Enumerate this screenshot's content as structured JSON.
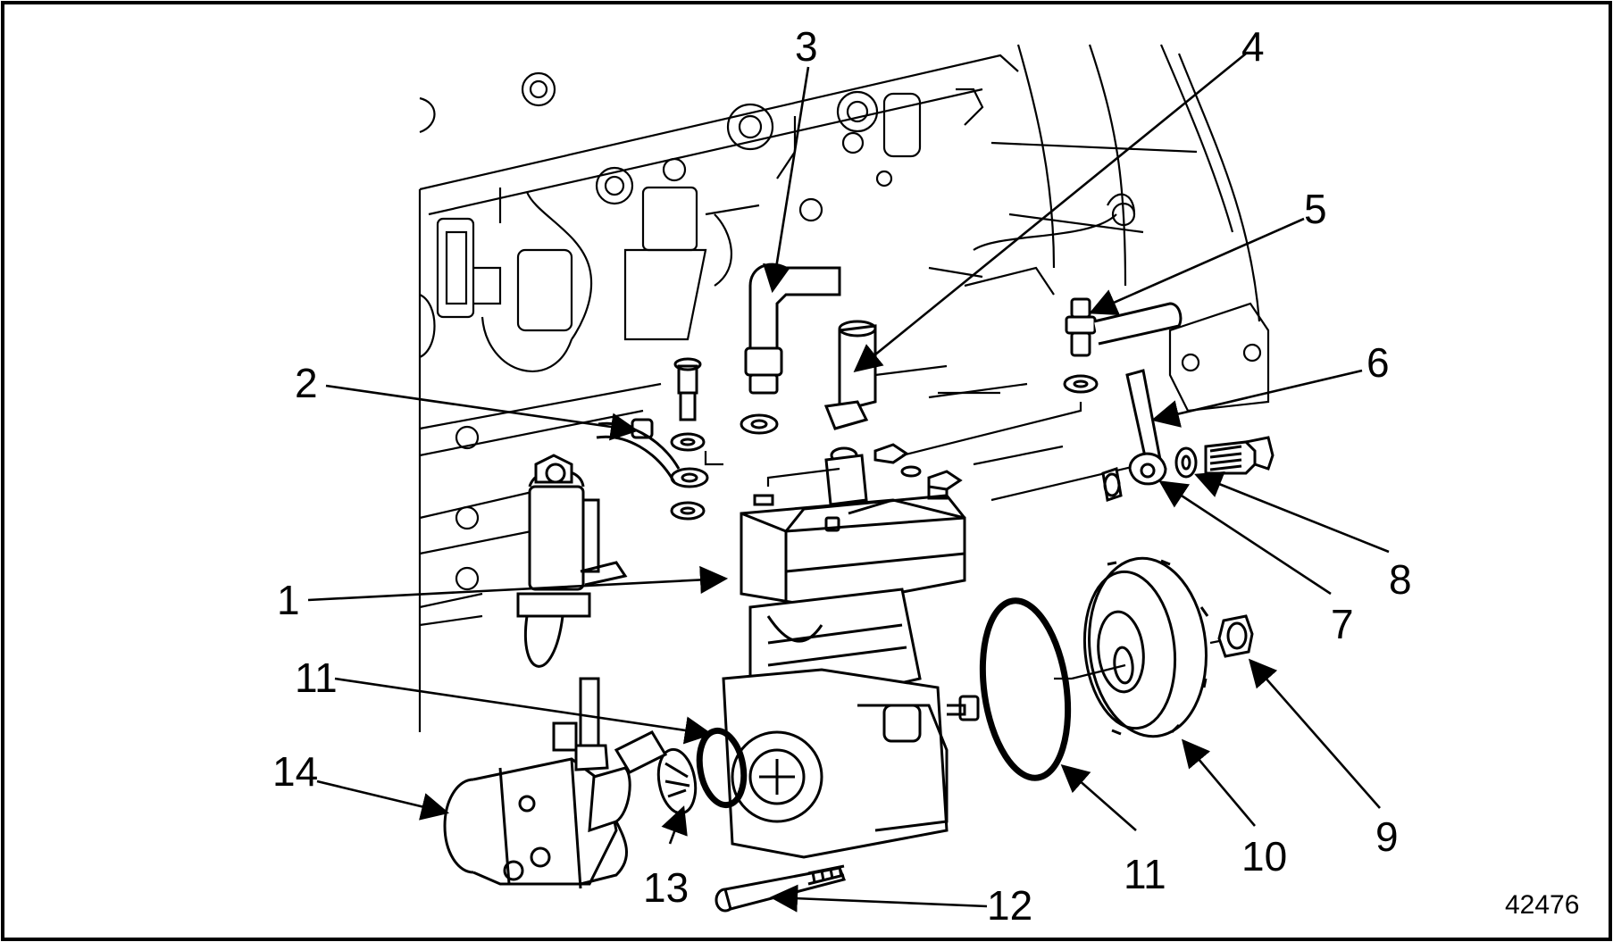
{
  "figure": {
    "id_label": "42476",
    "callouts": [
      {
        "label": "1",
        "part": "air-compressor-body"
      },
      {
        "label": "2",
        "part": "oil-feed-line"
      },
      {
        "label": "3",
        "part": "elbow-fitting"
      },
      {
        "label": "4",
        "part": "discharge-line"
      },
      {
        "label": "5",
        "part": "fitting"
      },
      {
        "label": "6",
        "part": "support-bracket"
      },
      {
        "label": "7",
        "part": "bracket-end"
      },
      {
        "label": "8",
        "part": "washer"
      },
      {
        "label": "9",
        "part": "nut"
      },
      {
        "label": "10",
        "part": "drive-gear"
      },
      {
        "label": "11",
        "part": "o-ring"
      },
      {
        "label": "12",
        "part": "bolt"
      },
      {
        "label": "13",
        "part": "coupling"
      },
      {
        "label": "14",
        "part": "pump"
      },
      {
        "label": "11",
        "part": "o-ring"
      }
    ]
  },
  "colors": {
    "ink": "#000000",
    "paper": "#ffffff"
  }
}
